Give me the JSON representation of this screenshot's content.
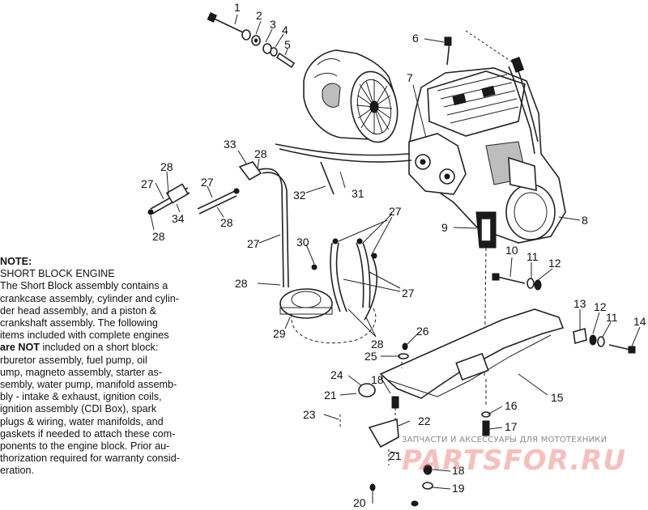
{
  "callouts": [
    "1",
    "2",
    "3",
    "4",
    "5",
    "6",
    "7",
    "8",
    "9",
    "10",
    "11",
    "12",
    "13",
    "12",
    "11",
    "14",
    "15",
    "16",
    "17",
    "18",
    "19",
    "20",
    "21",
    "22",
    "23",
    "24",
    "25",
    "26",
    "27",
    "28",
    "29",
    "30",
    "31",
    "32",
    "33",
    "34",
    "27",
    "28",
    "28",
    "28",
    "27",
    "28",
    "27",
    "28",
    "18",
    "21"
  ],
  "note": {
    "heading": "NOTE:",
    "lines": [
      "SHORT BLOCK ENGINE",
      "The Short Block assembly contains a",
      "crankcase assembly, cylinder and cylin-",
      "der head assembly, and a piston &",
      "crankshaft assembly.  The following",
      "items included with complete engines",
      "included on a short block:",
      "rburetor assembly, fuel pump, oil",
      "ump, magneto assembly, starter as-",
      "sembly, water pump, manifold assemb-",
      "bly - intake & exhaust, ignition coils,",
      "ignition assembly (CDI Box), spark",
      "plugs & wiring, water manifolds, and",
      "gaskets if needed to attach these com-",
      "ponents to the engine block.  Prior au-",
      "thorization required for warranty consid-",
      "eration."
    ],
    "bold_lead": "are NOT"
  },
  "watermark": {
    "caption": "ЗАПЧАСТИ И АКСЕССУАРЫ ДЛЯ МОТОТЕХНИКИ",
    "logo": "PARTSFOR.RU"
  },
  "colors": {
    "ink": "#222222",
    "watermark": "#f08b85"
  }
}
